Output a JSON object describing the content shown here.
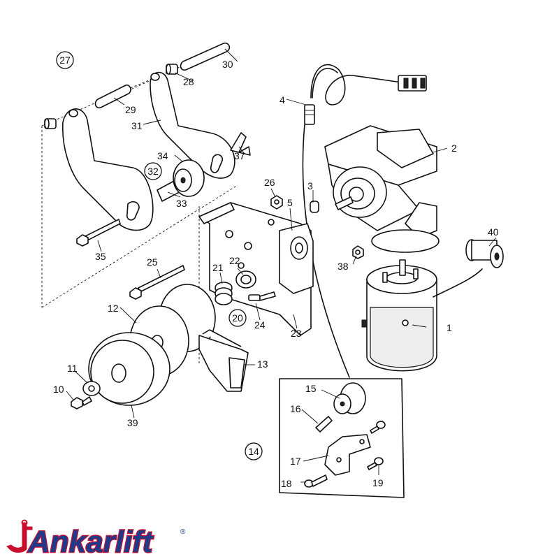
{
  "callouts": {
    "c1": "1",
    "c2": "2",
    "c3": "3",
    "c4": "4",
    "c5": "5",
    "c10": "10",
    "c11": "11",
    "c12": "12",
    "c13": "13",
    "c14": "14",
    "c15": "15",
    "c16": "16",
    "c17": "17",
    "c18": "18",
    "c19": "19",
    "c20": "20",
    "c21": "21",
    "c22": "22",
    "c23": "23",
    "c24": "24",
    "c25": "25",
    "c26": "26",
    "c27": "27",
    "c28": "28",
    "c29": "29",
    "c30": "30",
    "c31": "31",
    "c32": "32",
    "c33": "33",
    "c34": "34",
    "c35": "35",
    "c37": "37",
    "c38": "38",
    "c39": "39",
    "c40": "40"
  },
  "logo": {
    "text": "Ankarlift",
    "mark": "®",
    "colors": {
      "primary": "#1f3a8a",
      "accent": "#c8102e"
    }
  }
}
